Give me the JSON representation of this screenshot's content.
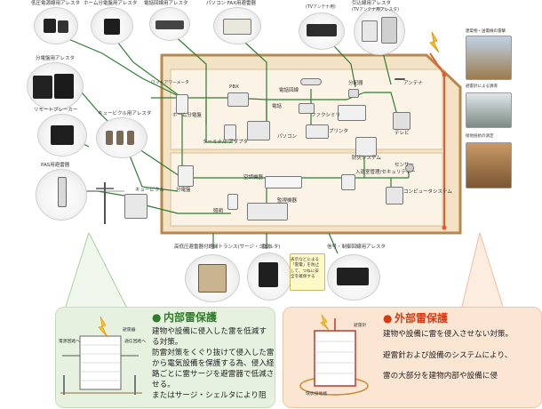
{
  "top_products": [
    "低圧電源線用アレスタ",
    "ホーム分電盤用アレスタ",
    "電話回線用アレスタ",
    "パソコン FAX用避雷器",
    "引込線用アレスタ"
  ],
  "antenna_labels": [
    "(TVアンテナ用)",
    "(TVアンテナ用アレスタ)"
  ],
  "left_products": [
    "分電盤用アレスタ",
    "リモートブレーカー",
    "キュービクル用アレスタ",
    "PAS用避雷器"
  ],
  "house_upper_labels": [
    "ホーム分電盤",
    "PBX",
    "電話回線",
    "分配器",
    "ファクシミリ",
    "パソコン",
    "プリンタ",
    "テレビ",
    "アンテナ",
    "ターミナル アダプタ",
    "電話"
  ],
  "house_lower_labels": [
    "分電盤",
    "空調機器",
    "照明",
    "防災システム",
    "入退室管理/セキュリティー",
    "センサー",
    "コンピュータシステム",
    "キュービクル",
    "監視機器"
  ],
  "outside_left_labels": [
    "ワットアワーメータ"
  ],
  "bottom_products": [
    "高低圧避雷器付絶縁トランス(サージ・シェルタ)",
    "雷防",
    "信号・制御回線用アレスタ"
  ],
  "note_box": [
    "表示などによる「雷電」を防止して、つねに安全を確保する"
  ],
  "right_photos": [
    "建築物・送電線の雷撃",
    "避雷針による誘導",
    "接地抵抗の測定"
  ],
  "internal": {
    "title": "内部雷保護",
    "marker": "●",
    "lines": [
      "建物や設備に侵入した雷を低減す",
      "る対策。",
      "防雷対策をくぐり抜けて侵入した雷",
      "から電気設備を保護する為、侵入経",
      "路ごとに雷サージを避雷器で低減さ",
      "せる。",
      "またはサージ・シェルタにより阻"
    ],
    "labels": [
      "避雷器",
      "電源回路へ",
      "通信回路へ"
    ]
  },
  "external": {
    "title": "外部雷保護",
    "marker": "●",
    "lines": [
      "建物や設備に雷を侵入させない対策。",
      "避雷針および設備のシステムにより、",
      "雷の大部分を建物内部や設備に侵"
    ],
    "labels": [
      "避雷針",
      "環状接地極"
    ]
  },
  "colors": {
    "house_border": "#b8894e",
    "house_fill": "#f3e3c4",
    "room_fill": "#fbf3e6",
    "wire": "#2e7d32",
    "lightning_wire": "#e85a2a",
    "green_panel": "#e6f2df",
    "green_title": "#2f7d2a",
    "orange_panel": "#fbe6d3",
    "orange_title": "#d43b15"
  }
}
